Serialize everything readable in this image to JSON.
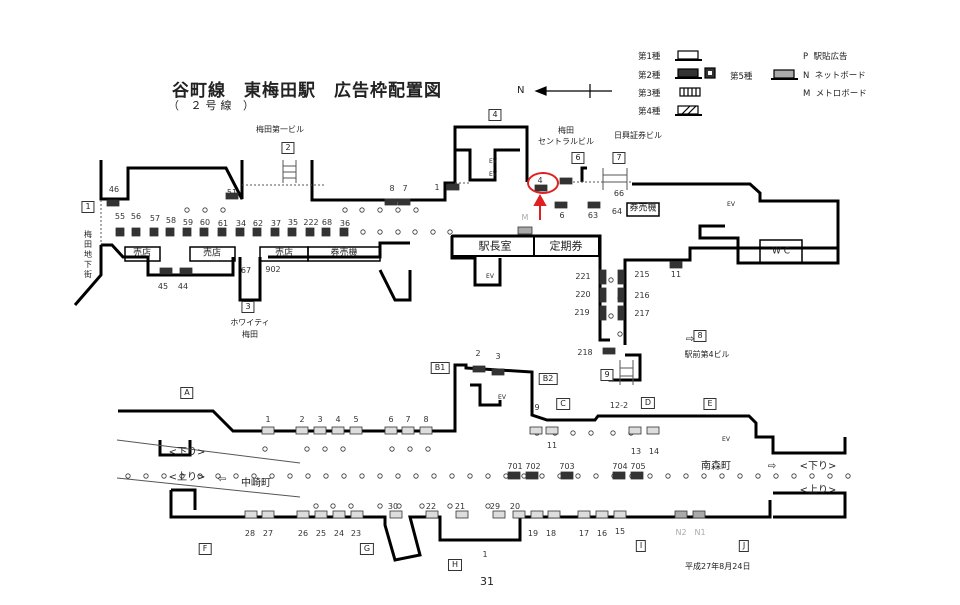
{
  "title": "谷町線　東梅田駅　広告枠配置図",
  "subtitle": "（ ２号線 ）",
  "north_label": "N",
  "legend": {
    "types": [
      "第1種",
      "第2種",
      "第3種",
      "第4種"
    ],
    "type5": "第5種",
    "codes": [
      {
        "code": "P",
        "label": "駅貼広告"
      },
      {
        "code": "N",
        "label": "ネットボード"
      },
      {
        "code": "M",
        "label": "メトロボード"
      }
    ]
  },
  "exits": [
    "1",
    "2",
    "3",
    "4",
    "6",
    "7",
    "8",
    "9",
    "A",
    "B1",
    "B2",
    "C",
    "D",
    "E",
    "F",
    "G",
    "H",
    "I",
    "J"
  ],
  "buildings": [
    "梅田第一ビル",
    "梅田",
    "セントラルビル",
    "日興証券ビル",
    "駅前第4ビル",
    "ホワイティ",
    "梅田",
    "梅",
    "田",
    "地",
    "下",
    "街"
  ],
  "rooms": [
    "駅長室",
    "定期券",
    "券売機",
    "売店",
    "売店",
    "売店",
    "券売機",
    "W C",
    "EV",
    "EV",
    "EV",
    "EV",
    "EV",
    "EV"
  ],
  "ads_upper": [
    "46",
    "51",
    "55",
    "56",
    "57",
    "58",
    "59",
    "60",
    "61",
    "34",
    "62",
    "37",
    "35",
    "222",
    "68",
    "36",
    "8",
    "7",
    "1",
    "4",
    "6",
    "63",
    "64",
    "66",
    "45",
    "44",
    "67",
    "902",
    "221",
    "220",
    "219",
    "218",
    "215",
    "216",
    "217",
    "11",
    "M"
  ],
  "ads_lower": [
    "2",
    "3",
    "1",
    "2",
    "3",
    "4",
    "5",
    "6",
    "7",
    "8",
    "9",
    "11",
    "12-2",
    "13",
    "14",
    "701",
    "702",
    "703",
    "704",
    "705",
    "30",
    "22",
    "21",
    "29",
    "20",
    "28",
    "27",
    "26",
    "25",
    "24",
    "23",
    "19",
    "18",
    "17",
    "16",
    "15",
    "N2",
    "N1",
    "1"
  ],
  "directions": [
    "<下り>",
    "<上り>",
    "中崎町",
    "南森町",
    "<下り>",
    "<上り>"
  ],
  "date": "平成27年8月24日",
  "page_number": "31",
  "colors": {
    "highlight": "#e02020",
    "type2": "#333333",
    "type5": "#aaaaaa"
  }
}
